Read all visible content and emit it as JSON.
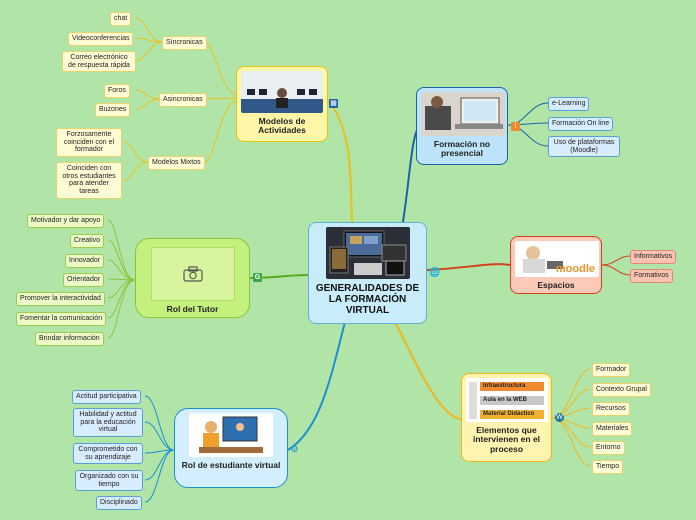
{
  "center": {
    "title": "GENERALIDADES DE LA FORMACIÓN VIRTUAL"
  },
  "modelos": {
    "title": "Modelos de Actividades",
    "sincronicas": {
      "label": "Síncronicas",
      "items": [
        "chat",
        "Videoconferencias",
        "Correo electrónico de respuesta rápida"
      ]
    },
    "asincronicas": {
      "label": "Asincronicas",
      "items": [
        "Foros",
        "Buzones"
      ]
    },
    "mixtos": {
      "label": "Modelos Mixtos",
      "items": [
        "Forzosamente coinciden con el formador",
        "Coinciden con otros estudiantes para atender tareas"
      ]
    }
  },
  "tutor": {
    "title": "Rol del Tutor",
    "items": [
      "Motivador y dar apoyo",
      "Creativo",
      "Innovador",
      "Orientador",
      "Promover la interactividad",
      "Fomentar la comunicación",
      "Brindar información"
    ]
  },
  "estudiante": {
    "title": "Rol de estudiante virtual",
    "items": [
      "Actitud participativa",
      "Habilidad y actitud para la educación virtual",
      "Comprometido con su aprendizaje",
      "Organizado con su tiempo",
      "Disciplinado"
    ]
  },
  "formacion": {
    "title": "Formación no presencial",
    "items": [
      "e-Learning",
      "Formación On line",
      "Uso de plataformas (Moodle)"
    ]
  },
  "espacios": {
    "title": "Espacios",
    "image_text": "moodle",
    "items": [
      "Informativos",
      "Formativos"
    ]
  },
  "elementos": {
    "title": "Elementos que intervienen en el proceso",
    "image_labels": [
      "Infraestructura",
      "Aula en la WEB",
      "Material Didáctico"
    ],
    "items": [
      "Formador",
      "Contexto Grupal",
      "Recursos",
      "Materiales",
      "Entorno",
      "Tiempo"
    ]
  },
  "colors": {
    "background": "#b1e5a8",
    "center": "#c9ecfb",
    "modelos": "#fff6a8",
    "tutor": "#c4f07e",
    "estudiante": "#d3eefc",
    "formacion": "#bde3fb",
    "espacios": "#fbcab9",
    "elementos": "#fff3b0"
  }
}
